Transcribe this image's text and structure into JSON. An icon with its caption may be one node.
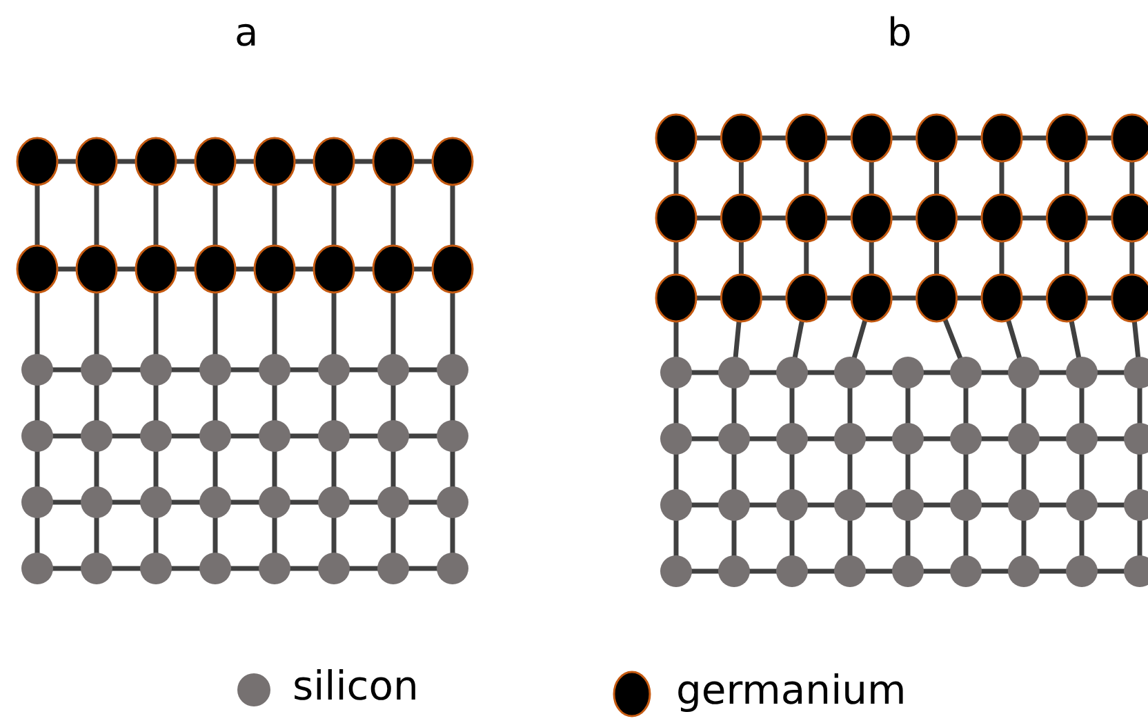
{
  "diagram": {
    "labels": [
      "a",
      "b"
    ],
    "legend": [
      {
        "text": "silicon",
        "color": "#767171"
      },
      {
        "text": "germanium",
        "color": "#000000"
      }
    ]
  }
}
